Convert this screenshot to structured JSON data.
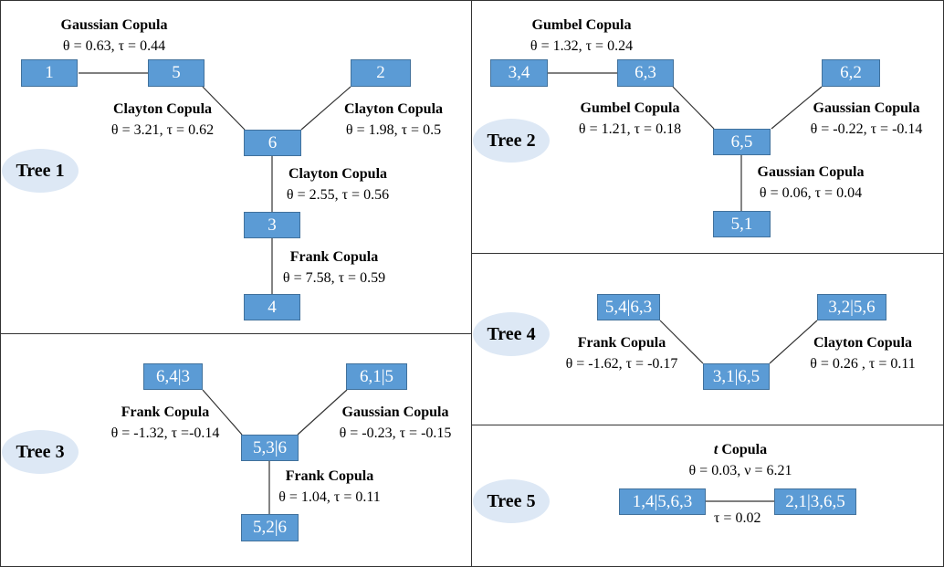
{
  "colors": {
    "node_fill": "#5b9bd5",
    "node_border": "#41719c",
    "tree_label_bg": "#dde8f5",
    "edge": "#333333"
  },
  "trees": {
    "tree1": {
      "label": "Tree 1",
      "nodes": [
        "1",
        "5",
        "2",
        "6",
        "3",
        "4"
      ],
      "edges": [
        {
          "copula": "Gaussian Copula",
          "params": "θ = 0.63, τ = 0.44"
        },
        {
          "copula": "Clayton Copula",
          "params": "θ = 3.21, τ = 0.62"
        },
        {
          "copula": "Clayton Copula",
          "params": "θ = 1.98, τ = 0.5"
        },
        {
          "copula": "Clayton Copula",
          "params": "θ = 2.55, τ = 0.56"
        },
        {
          "copula": "Frank Copula",
          "params": "θ = 7.58, τ = 0.59"
        }
      ]
    },
    "tree2": {
      "label": "Tree 2",
      "nodes": [
        "3,4",
        "6,3",
        "6,2",
        "6,5",
        "5,1"
      ],
      "edges": [
        {
          "copula": "Gumbel Copula",
          "params": "θ = 1.32, τ = 0.24"
        },
        {
          "copula": "Gumbel Copula",
          "params": "θ = 1.21, τ = 0.18"
        },
        {
          "copula": "Gaussian Copula",
          "params": "θ = -0.22, τ = -0.14"
        },
        {
          "copula": "Gaussian Copula",
          "params": "θ = 0.06, τ = 0.04"
        }
      ]
    },
    "tree3": {
      "label": "Tree 3",
      "nodes": [
        "6,4|3",
        "6,1|5",
        "5,3|6",
        "5,2|6"
      ],
      "edges": [
        {
          "copula": "Frank Copula",
          "params": "θ = -1.32, τ =-0.14"
        },
        {
          "copula": "Gaussian Copula",
          "params": "θ = -0.23, τ = -0.15"
        },
        {
          "copula": "Frank Copula",
          "params": "θ = 1.04, τ = 0.11"
        }
      ]
    },
    "tree4": {
      "label": "Tree 4",
      "nodes": [
        "5,4|6,3",
        "3,2|5,6",
        "3,1|6,5"
      ],
      "edges": [
        {
          "copula": "Frank Copula",
          "params": "θ = -1.62, τ = -0.17"
        },
        {
          "copula": "Clayton Copula",
          "params": "θ = 0.26 , τ = 0.11"
        }
      ]
    },
    "tree5": {
      "label": "Tree 5",
      "nodes": [
        "1,4|5,6,3",
        "2,1|3,6,5"
      ],
      "edges": [
        {
          "copula_letter": "t",
          "copula_rest": " Copula",
          "params": "θ = 0.03, ν = 6.21",
          "tau": "τ = 0.02"
        }
      ]
    }
  }
}
